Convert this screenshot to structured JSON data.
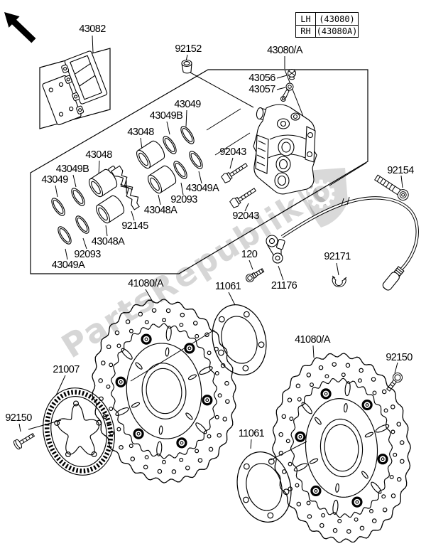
{
  "watermark": {
    "text": "PartsRepublik|(",
    "logo": "gear-shield"
  },
  "corner_table": {
    "rows": [
      {
        "side": "LH",
        "part": "(43080)"
      },
      {
        "side": "RH",
        "part": "(43080A)"
      }
    ]
  },
  "labels": [
    {
      "text": "43082"
    },
    {
      "text": "92152"
    },
    {
      "text": "43080/A"
    },
    {
      "text": "43056"
    },
    {
      "text": "43057"
    },
    {
      "text": "92154"
    },
    {
      "text": "92043"
    },
    {
      "text": "92043"
    },
    {
      "text": "43049"
    },
    {
      "text": "43049B"
    },
    {
      "text": "43048"
    },
    {
      "text": "43048"
    },
    {
      "text": "43049B"
    },
    {
      "text": "43049"
    },
    {
      "text": "43049A"
    },
    {
      "text": "92093"
    },
    {
      "text": "43048A"
    },
    {
      "text": "92145"
    },
    {
      "text": "43048A"
    },
    {
      "text": "92093"
    },
    {
      "text": "43049A"
    },
    {
      "text": "41080/A"
    },
    {
      "text": "11061"
    },
    {
      "text": "120"
    },
    {
      "text": "21176"
    },
    {
      "text": "92171"
    },
    {
      "text": "21007"
    },
    {
      "text": "92150"
    },
    {
      "text": "41080/A"
    },
    {
      "text": "92150"
    },
    {
      "text": "11061"
    }
  ]
}
